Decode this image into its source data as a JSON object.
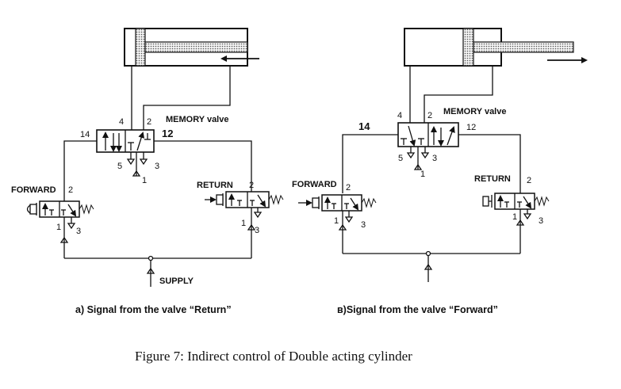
{
  "caption": "Figure 7:  Indirect control of Double acting cylinder",
  "panel_a": {
    "caption": "a) Signal from the valve “Return”",
    "memory_label": "MEMORY valve",
    "memory_port_4": "4",
    "memory_port_2": "2",
    "memory_port_14": "14",
    "memory_port_12": "12",
    "memory_port_5": "5",
    "memory_port_3": "3",
    "memory_port_1": "1",
    "forward_label": "FORWARD",
    "forward_port_2": "2",
    "forward_port_1": "1",
    "forward_port_3": "3",
    "return_label": "RETURN",
    "return_port_2": "2",
    "return_port_1": "1",
    "return_port_3": "3",
    "supply_label": "SUPPLY"
  },
  "panel_b": {
    "caption": "ʙ)Signal from the valve “Forward”",
    "memory_label": "MEMORY valve",
    "memory_port_4": "4",
    "memory_port_2": "2",
    "memory_port_14": "14",
    "memory_port_12": "12",
    "memory_port_5": "5",
    "memory_port_3": "3",
    "memory_port_1": "1",
    "forward_label": "FORWARD",
    "forward_port_2": "2",
    "forward_port_1": "1",
    "forward_port_3": "3",
    "return_label": "RETURN",
    "return_port_2": "2",
    "return_port_1": "1",
    "return_port_3": "3"
  }
}
